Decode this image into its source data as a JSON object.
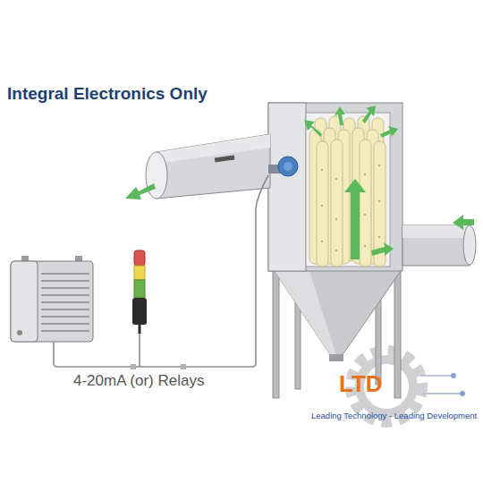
{
  "diagram": {
    "title": "Integral Electronics Only",
    "labels": [
      "4-20mA (or) Relays",
      "LTD",
      "Leading Technology - Leading Development"
    ]
  }
}
